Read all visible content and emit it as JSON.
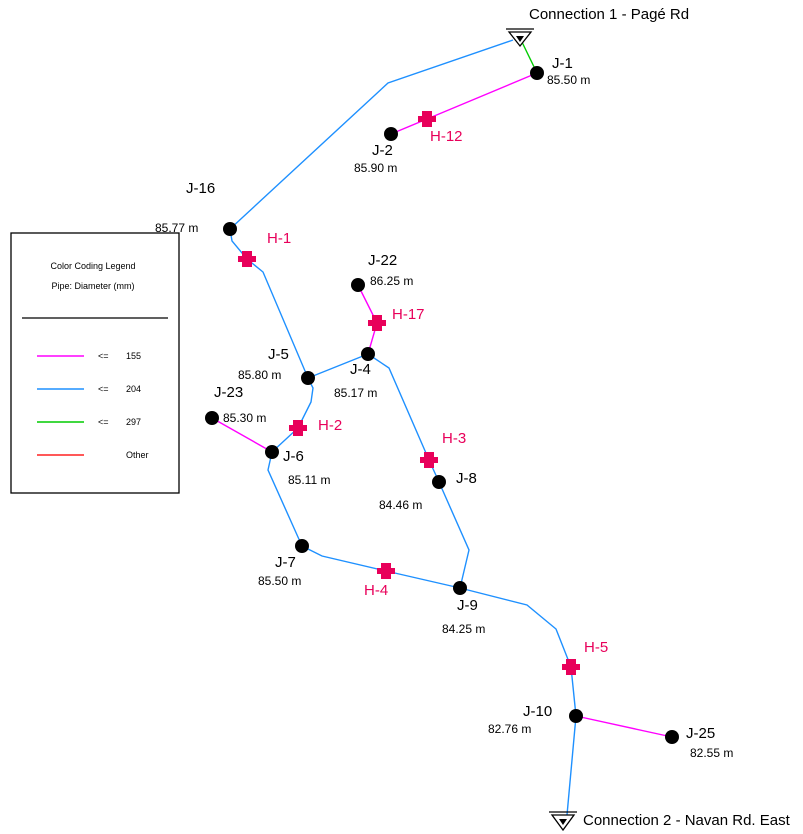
{
  "colors": {
    "pipe_155": "#ff00ff",
    "pipe_204": "#1e90ff",
    "pipe_297": "#00cc00",
    "pipe_other": "#ff2020",
    "hydrant": "#e8005a",
    "junction": "#000000"
  },
  "legend": {
    "title": "Color Coding Legend",
    "subtitle": "Pipe: Diameter (mm)",
    "items": [
      {
        "op": "<=",
        "value": "155",
        "color": "#ff00ff"
      },
      {
        "op": "<=",
        "value": "204",
        "color": "#1e90ff"
      },
      {
        "op": "<=",
        "value": "297",
        "color": "#00cc00"
      },
      {
        "op": "",
        "value": "Other",
        "color": "#ff2020"
      }
    ]
  },
  "reservoirs": [
    {
      "id": "res-1",
      "label": "Connection  1 - Pagé Rd"
    },
    {
      "id": "res-2",
      "label": "Connection  2 - Navan Rd. East"
    }
  ],
  "junctions": [
    {
      "id": "J-1",
      "elev": "85.50 m"
    },
    {
      "id": "J-2",
      "elev": "85.90 m"
    },
    {
      "id": "J-16",
      "elev": "85.77 m"
    },
    {
      "id": "J-22",
      "elev": "86.25 m"
    },
    {
      "id": "J-5",
      "elev": "85.80 m"
    },
    {
      "id": "J-4",
      "elev": "85.17 m"
    },
    {
      "id": "J-23",
      "elev": "85.30 m"
    },
    {
      "id": "J-6",
      "elev": "85.11 m"
    },
    {
      "id": "J-8",
      "elev": "84.46 m"
    },
    {
      "id": "J-7",
      "elev": "85.50 m"
    },
    {
      "id": "J-9",
      "elev": "84.25 m"
    },
    {
      "id": "J-10",
      "elev": "82.76 m"
    },
    {
      "id": "J-25",
      "elev": "82.55 m"
    }
  ],
  "hydrants": [
    {
      "id": "H-12"
    },
    {
      "id": "H-1"
    },
    {
      "id": "H-17"
    },
    {
      "id": "H-2"
    },
    {
      "id": "H-3"
    },
    {
      "id": "H-4"
    },
    {
      "id": "H-5"
    }
  ]
}
